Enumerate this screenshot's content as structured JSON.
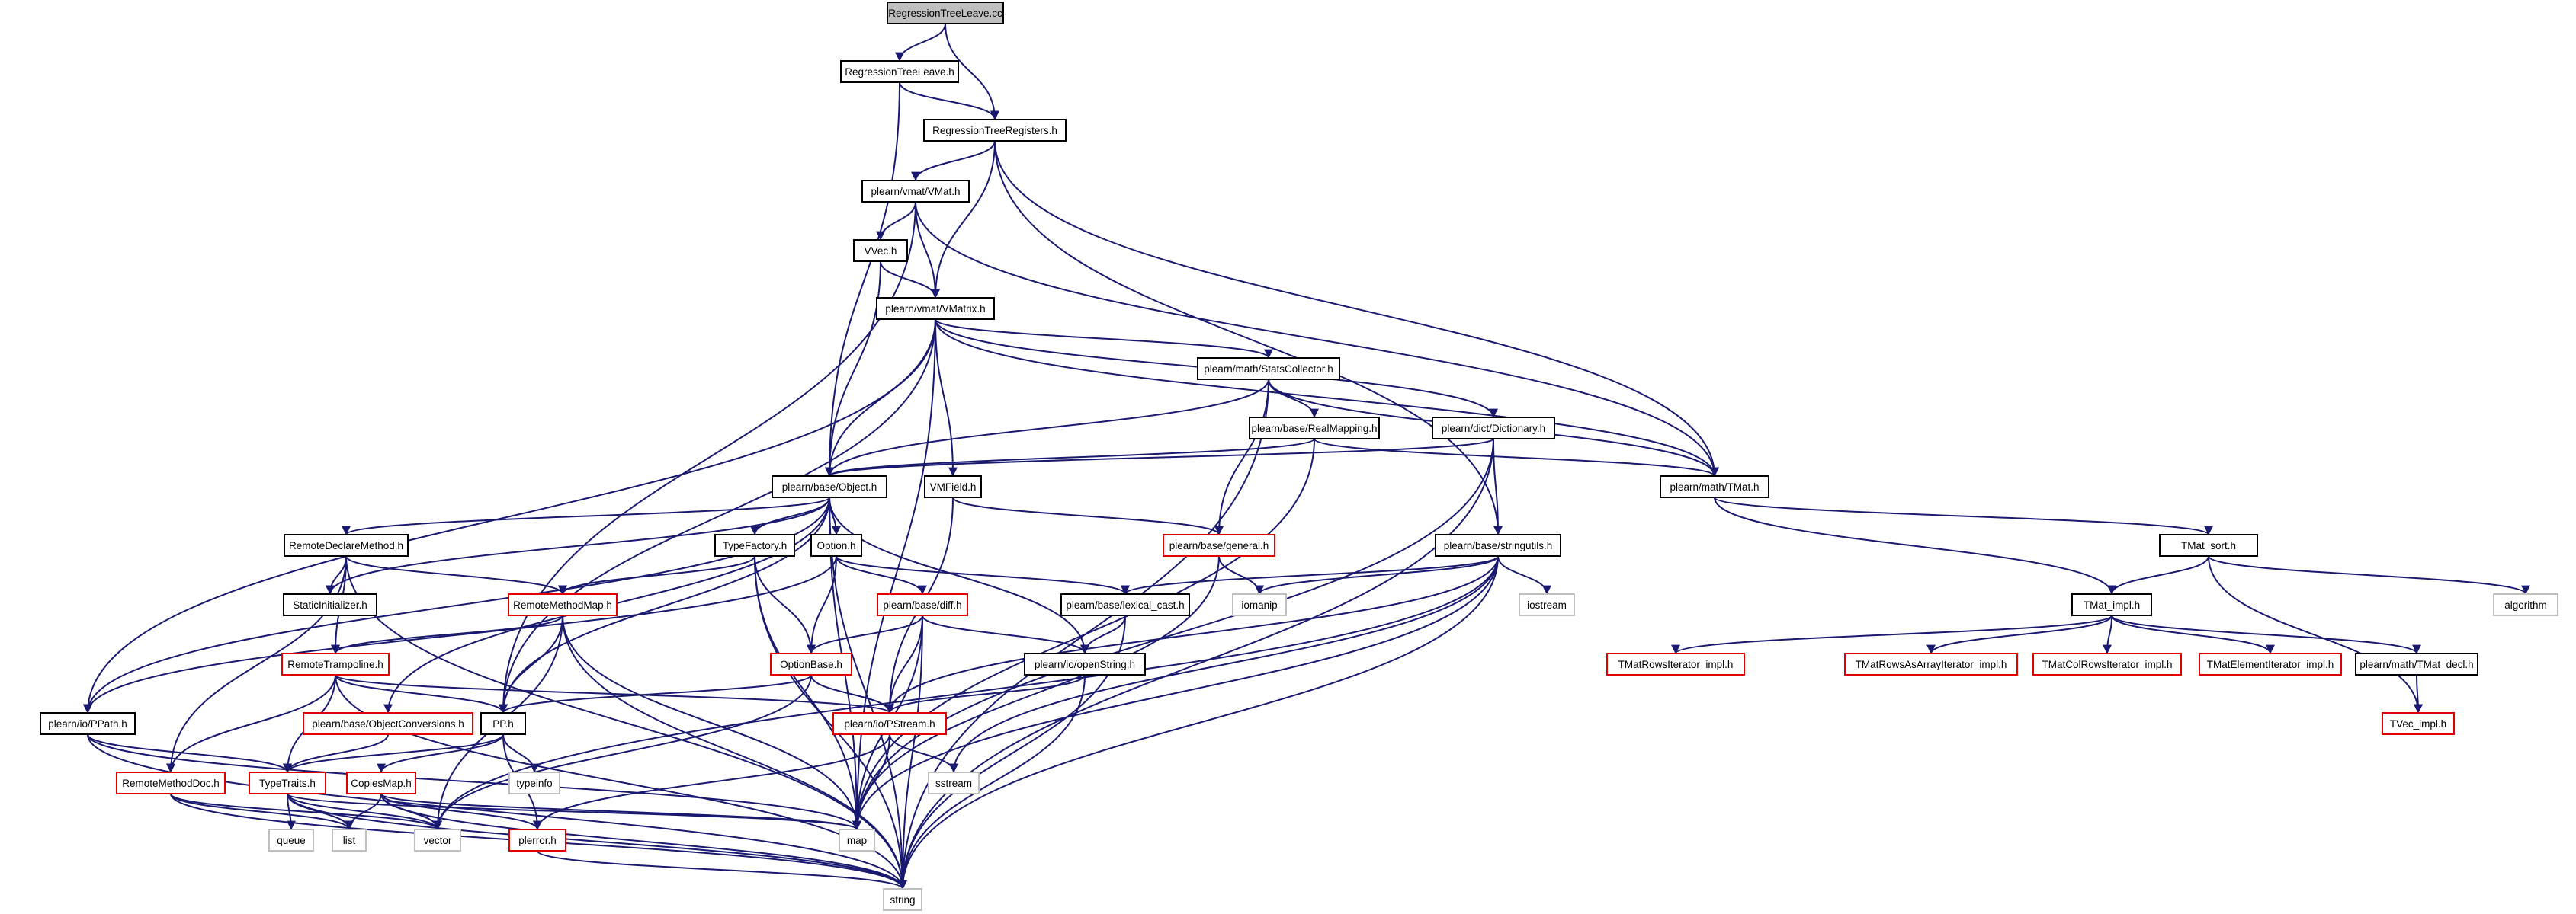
{
  "graph": {
    "nodes": [
      {
        "id": "root",
        "label": "RegressionTreeLeave.cc",
        "kind": "root"
      },
      {
        "id": "rtl_h",
        "label": "RegressionTreeLeave.h",
        "kind": "primary"
      },
      {
        "id": "rtr_h",
        "label": "RegressionTreeRegisters.h",
        "kind": "primary"
      },
      {
        "id": "vmat",
        "label": "plearn/vmat/VMat.h",
        "kind": "primary"
      },
      {
        "id": "vvec",
        "label": "VVec.h",
        "kind": "primary"
      },
      {
        "id": "vmatrix",
        "label": "plearn/vmat/VMatrix.h",
        "kind": "primary"
      },
      {
        "id": "stats",
        "label": "plearn/math/StatsCollector.h",
        "kind": "primary"
      },
      {
        "id": "realmap",
        "label": "plearn/base/RealMapping.h",
        "kind": "primary"
      },
      {
        "id": "dict",
        "label": "plearn/dict/Dictionary.h",
        "kind": "primary"
      },
      {
        "id": "object",
        "label": "plearn/base/Object.h",
        "kind": "primary"
      },
      {
        "id": "vmfield",
        "label": "VMField.h",
        "kind": "primary"
      },
      {
        "id": "tmat",
        "label": "plearn/math/TMat.h",
        "kind": "primary"
      },
      {
        "id": "rdm",
        "label": "RemoteDeclareMethod.h",
        "kind": "primary"
      },
      {
        "id": "typefactory",
        "label": "TypeFactory.h",
        "kind": "primary"
      },
      {
        "id": "option",
        "label": "Option.h",
        "kind": "primary"
      },
      {
        "id": "general",
        "label": "plearn/base/general.h",
        "kind": "linked"
      },
      {
        "id": "stringutils",
        "label": "plearn/base/stringutils.h",
        "kind": "primary"
      },
      {
        "id": "tmatsort",
        "label": "TMat_sort.h",
        "kind": "primary"
      },
      {
        "id": "staticinit",
        "label": "StaticInitializer.h",
        "kind": "primary"
      },
      {
        "id": "rmm",
        "label": "RemoteMethodMap.h",
        "kind": "linked"
      },
      {
        "id": "diff",
        "label": "plearn/base/diff.h",
        "kind": "linked"
      },
      {
        "id": "lexcast",
        "label": "plearn/base/lexical_cast.h",
        "kind": "primary"
      },
      {
        "id": "iomanip",
        "label": "iomanip",
        "kind": "system"
      },
      {
        "id": "iostream",
        "label": "iostream",
        "kind": "system"
      },
      {
        "id": "tmatimpl",
        "label": "TMat_impl.h",
        "kind": "primary"
      },
      {
        "id": "algorithm",
        "label": "algorithm",
        "kind": "system"
      },
      {
        "id": "rtramp",
        "label": "RemoteTrampoline.h",
        "kind": "linked"
      },
      {
        "id": "optbase",
        "label": "OptionBase.h",
        "kind": "linked"
      },
      {
        "id": "openstring",
        "label": "plearn/io/openString.h",
        "kind": "primary"
      },
      {
        "id": "tmri",
        "label": "TMatRowsIterator_impl.h",
        "kind": "linked"
      },
      {
        "id": "tmrai",
        "label": "TMatRowsAsArrayIterator_impl.h",
        "kind": "linked"
      },
      {
        "id": "tmcri",
        "label": "TMatColRowsIterator_impl.h",
        "kind": "linked"
      },
      {
        "id": "tmei",
        "label": "TMatElementIterator_impl.h",
        "kind": "linked"
      },
      {
        "id": "tmdecl",
        "label": "plearn/math/TMat_decl.h",
        "kind": "primary"
      },
      {
        "id": "pppath",
        "label": "plearn/io/PPath.h",
        "kind": "primary"
      },
      {
        "id": "objconv",
        "label": "plearn/base/ObjectConversions.h",
        "kind": "linked"
      },
      {
        "id": "pp",
        "label": "PP.h",
        "kind": "primary"
      },
      {
        "id": "pstream",
        "label": "plearn/io/PStream.h",
        "kind": "linked"
      },
      {
        "id": "tvecimpl",
        "label": "TVec_impl.h",
        "kind": "linked"
      },
      {
        "id": "typeinfo",
        "label": "typeinfo",
        "kind": "system"
      },
      {
        "id": "rmdoc",
        "label": "RemoteMethodDoc.h",
        "kind": "linked"
      },
      {
        "id": "typetraits",
        "label": "TypeTraits.h",
        "kind": "linked"
      },
      {
        "id": "copiesmap",
        "label": "CopiesMap.h",
        "kind": "linked"
      },
      {
        "id": "sstream",
        "label": "sstream",
        "kind": "system"
      },
      {
        "id": "queue",
        "label": "queue",
        "kind": "system"
      },
      {
        "id": "list",
        "label": "list",
        "kind": "system"
      },
      {
        "id": "vector",
        "label": "vector",
        "kind": "system"
      },
      {
        "id": "perror",
        "label": "plerror.h",
        "kind": "linked"
      },
      {
        "id": "map",
        "label": "map",
        "kind": "system"
      },
      {
        "id": "string",
        "label": "string",
        "kind": "system"
      }
    ],
    "edges": [
      [
        "root",
        "rtl_h"
      ],
      [
        "root",
        "rtr_h"
      ],
      [
        "rtl_h",
        "rtr_h"
      ],
      [
        "rtl_h",
        "object"
      ],
      [
        "rtr_h",
        "vmat"
      ],
      [
        "rtr_h",
        "vmatrix"
      ],
      [
        "rtr_h",
        "tmat"
      ],
      [
        "rtr_h",
        "stringutils"
      ],
      [
        "vmat",
        "vvec"
      ],
      [
        "vmat",
        "vmatrix"
      ],
      [
        "vmat",
        "tmat"
      ],
      [
        "vmat",
        "pp"
      ],
      [
        "vvec",
        "vmatrix"
      ],
      [
        "vvec",
        "object"
      ],
      [
        "vmatrix",
        "object"
      ],
      [
        "vmatrix",
        "stats"
      ],
      [
        "vmatrix",
        "dict"
      ],
      [
        "vmatrix",
        "vmfield"
      ],
      [
        "vmatrix",
        "tmat"
      ],
      [
        "vmatrix",
        "pppath"
      ],
      [
        "vmatrix",
        "pp"
      ],
      [
        "vmatrix",
        "map"
      ],
      [
        "stats",
        "realmap"
      ],
      [
        "stats",
        "object"
      ],
      [
        "stats",
        "general"
      ],
      [
        "stats",
        "tmat"
      ],
      [
        "stats",
        "string"
      ],
      [
        "realmap",
        "object"
      ],
      [
        "realmap",
        "tmat"
      ],
      [
        "realmap",
        "map"
      ],
      [
        "dict",
        "stringutils"
      ],
      [
        "dict",
        "object"
      ],
      [
        "dict",
        "map"
      ],
      [
        "dict",
        "string"
      ],
      [
        "object",
        "rdm"
      ],
      [
        "object",
        "typefactory"
      ],
      [
        "object",
        "option"
      ],
      [
        "object",
        "staticinit"
      ],
      [
        "object",
        "pppath"
      ],
      [
        "object",
        "pp"
      ],
      [
        "object",
        "openstring"
      ],
      [
        "object",
        "objconv"
      ],
      [
        "object",
        "map"
      ],
      [
        "object",
        "string"
      ],
      [
        "vmfield",
        "general"
      ],
      [
        "vmfield",
        "pstream"
      ],
      [
        "tmat",
        "tmatsort"
      ],
      [
        "tmat",
        "tmatimpl"
      ],
      [
        "rdm",
        "rmm"
      ],
      [
        "rdm",
        "rtramp"
      ],
      [
        "rdm",
        "rmdoc"
      ],
      [
        "rdm",
        "staticinit"
      ],
      [
        "rdm",
        "string"
      ],
      [
        "typefactory",
        "rmm"
      ],
      [
        "typefactory",
        "optbase"
      ],
      [
        "typefactory",
        "map"
      ],
      [
        "typefactory",
        "string"
      ],
      [
        "option",
        "optbase"
      ],
      [
        "option",
        "diff"
      ],
      [
        "option",
        "lexcast"
      ],
      [
        "option",
        "pppath"
      ],
      [
        "general",
        "iomanip"
      ],
      [
        "general",
        "map"
      ],
      [
        "stringutils",
        "lexcast"
      ],
      [
        "stringutils",
        "iomanip"
      ],
      [
        "stringutils",
        "iostream"
      ],
      [
        "stringutils",
        "sstream"
      ],
      [
        "stringutils",
        "map"
      ],
      [
        "stringutils",
        "vector"
      ],
      [
        "stringutils",
        "string"
      ],
      [
        "stringutils",
        "pstream"
      ],
      [
        "tmatsort",
        "tmatimpl"
      ],
      [
        "tmatsort",
        "algorithm"
      ],
      [
        "tmatsort",
        "tvecimpl"
      ],
      [
        "rmm",
        "rtramp"
      ],
      [
        "rmm",
        "pp"
      ],
      [
        "rmm",
        "map"
      ],
      [
        "rmm",
        "vector"
      ],
      [
        "rmm",
        "string"
      ],
      [
        "diff",
        "optbase"
      ],
      [
        "diff",
        "openstring"
      ],
      [
        "diff",
        "pstream"
      ],
      [
        "diff",
        "map"
      ],
      [
        "diff",
        "string"
      ],
      [
        "lexcast",
        "openstring"
      ],
      [
        "lexcast",
        "string"
      ],
      [
        "tmatimpl",
        "tmri"
      ],
      [
        "tmatimpl",
        "tmrai"
      ],
      [
        "tmatimpl",
        "tmcri"
      ],
      [
        "tmatimpl",
        "tmei"
      ],
      [
        "tmatimpl",
        "tmdecl"
      ],
      [
        "rtramp",
        "pp"
      ],
      [
        "rtramp",
        "pstream"
      ],
      [
        "rtramp",
        "typetraits"
      ],
      [
        "rtramp",
        "rmdoc"
      ],
      [
        "rtramp",
        "string"
      ],
      [
        "optbase",
        "pp"
      ],
      [
        "optbase",
        "pstream"
      ],
      [
        "optbase",
        "vector"
      ],
      [
        "openstring",
        "pstream"
      ],
      [
        "openstring",
        "string"
      ],
      [
        "tmdecl",
        "tvecimpl"
      ],
      [
        "pppath",
        "typetraits"
      ],
      [
        "pppath",
        "map"
      ],
      [
        "pppath",
        "string"
      ],
      [
        "objconv",
        "typetraits"
      ],
      [
        "pp",
        "typeinfo"
      ],
      [
        "pp",
        "typetraits"
      ],
      [
        "pp",
        "copiesmap"
      ],
      [
        "pp",
        "perror"
      ],
      [
        "pstream",
        "sstream"
      ],
      [
        "pstream",
        "map"
      ],
      [
        "pstream",
        "perror"
      ],
      [
        "rmdoc",
        "list"
      ],
      [
        "rmdoc",
        "vector"
      ],
      [
        "rmdoc",
        "string"
      ],
      [
        "typetraits",
        "queue"
      ],
      [
        "typetraits",
        "list"
      ],
      [
        "typetraits",
        "vector"
      ],
      [
        "typetraits",
        "map"
      ],
      [
        "typetraits",
        "string"
      ],
      [
        "copiesmap",
        "list"
      ],
      [
        "copiesmap",
        "vector"
      ],
      [
        "copiesmap",
        "perror"
      ],
      [
        "copiesmap",
        "map"
      ],
      [
        "copiesmap",
        "string"
      ],
      [
        "perror",
        "string"
      ]
    ]
  },
  "colors": {
    "edge": "#191970",
    "primary_border": "#000000",
    "linked_border": "#e00000",
    "system_border": "#bfbfbf",
    "root_fill": "#bfbfbf"
  }
}
